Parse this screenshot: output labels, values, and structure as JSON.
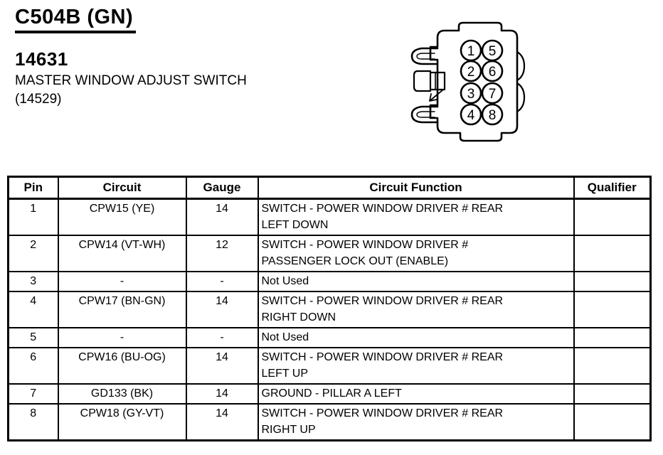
{
  "colors": {
    "ink": "#000000",
    "paper": "#ffffff"
  },
  "header": {
    "connector_id": "C504B (GN)",
    "part_number": "14631",
    "description": "MASTER WINDOW ADJUST SWITCH",
    "description_ref": "(14529)"
  },
  "connector": {
    "type": "8-pin connector face view",
    "pins": [
      "1",
      "2",
      "3",
      "4",
      "5",
      "6",
      "7",
      "8"
    ]
  },
  "table": {
    "headers": [
      "Pin",
      "Circuit",
      "Gauge",
      "Circuit Function",
      "Qualifier"
    ],
    "rows": [
      {
        "pin": "1",
        "circuit": "CPW15 (YE)",
        "gauge": "14",
        "function_lines": [
          "SWITCH - POWER WINDOW DRIVER # REAR",
          "LEFT DOWN"
        ],
        "qualifier": ""
      },
      {
        "pin": "2",
        "circuit": "CPW14 (VT-WH)",
        "gauge": "12",
        "function_lines": [
          "SWITCH - POWER WINDOW DRIVER #",
          "PASSENGER LOCK OUT (ENABLE)"
        ],
        "qualifier": ""
      },
      {
        "pin": "3",
        "circuit": "-",
        "gauge": "-",
        "function_lines": [
          "Not Used"
        ],
        "qualifier": ""
      },
      {
        "pin": "4",
        "circuit": "CPW17 (BN-GN)",
        "gauge": "14",
        "function_lines": [
          "SWITCH - POWER WINDOW DRIVER # REAR",
          "RIGHT DOWN"
        ],
        "qualifier": ""
      },
      {
        "pin": "5",
        "circuit": "-",
        "gauge": "-",
        "function_lines": [
          "Not Used"
        ],
        "qualifier": ""
      },
      {
        "pin": "6",
        "circuit": "CPW16 (BU-OG)",
        "gauge": "14",
        "function_lines": [
          "SWITCH - POWER WINDOW DRIVER # REAR",
          "LEFT UP"
        ],
        "qualifier": ""
      },
      {
        "pin": "7",
        "circuit": "GD133 (BK)",
        "gauge": "14",
        "function_lines": [
          "GROUND - PILLAR A LEFT"
        ],
        "qualifier": ""
      },
      {
        "pin": "8",
        "circuit": "CPW18 (GY-VT)",
        "gauge": "14",
        "function_lines": [
          "SWITCH - POWER WINDOW DRIVER # REAR",
          "RIGHT UP"
        ],
        "qualifier": ""
      }
    ]
  }
}
